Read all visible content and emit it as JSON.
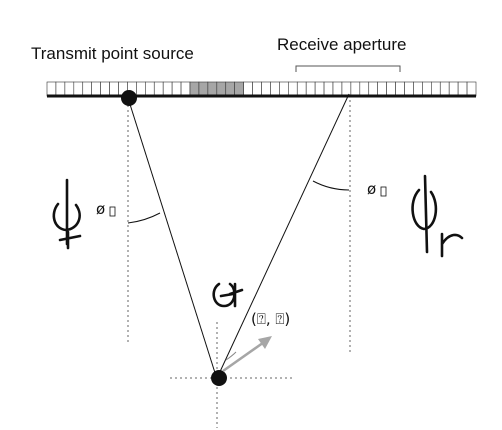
{
  "labels": {
    "transmit": "Transmit point source",
    "receive": "Receive aperture",
    "phi_t_symbol": "ø",
    "phi_r_symbol": "ø",
    "coord": "(⍰, ⍰)"
  },
  "colors": {
    "line": "#111111",
    "active_elements": "#a6a6a6",
    "direction_arrow": "#a6a6a6",
    "guide": "#666666"
  },
  "array": {
    "element_count": 48,
    "active_elements": [
      16,
      17,
      18,
      19,
      20,
      21
    ]
  }
}
